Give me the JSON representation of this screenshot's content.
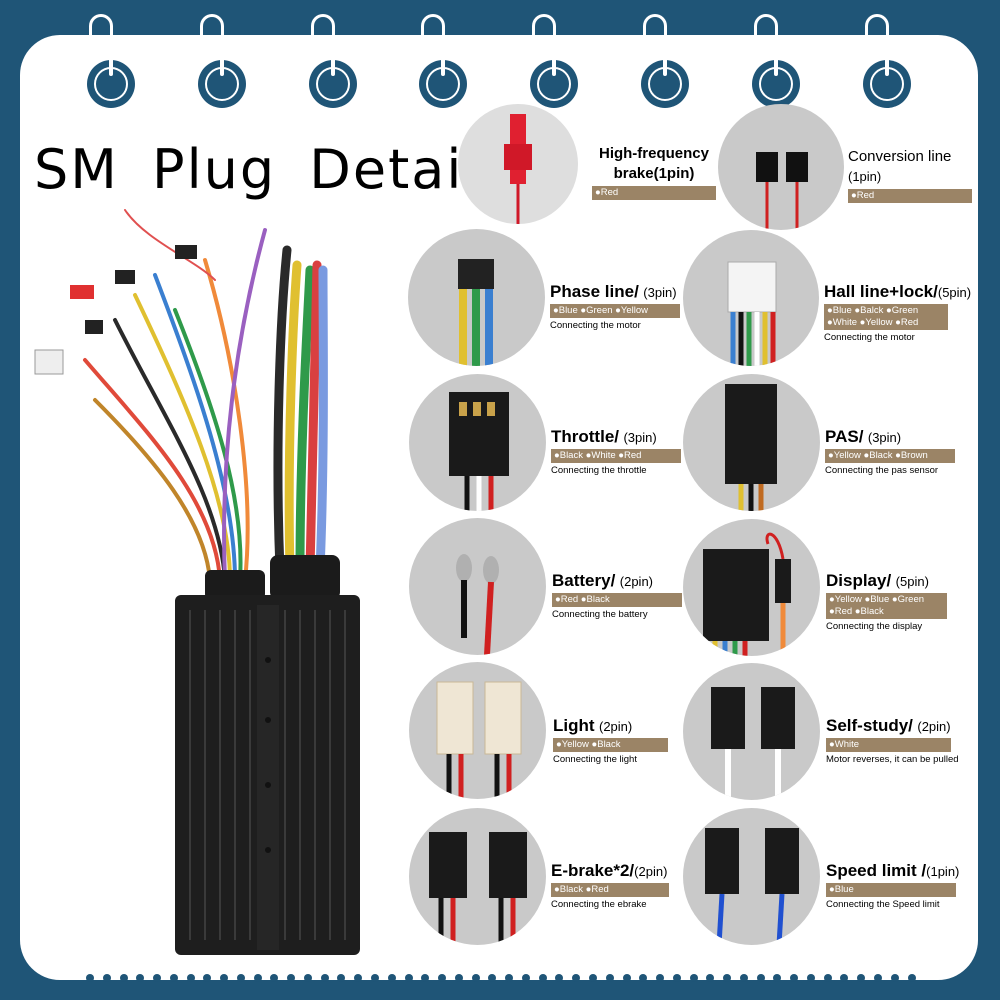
{
  "title": "SM Plug Detail",
  "colors": {
    "background": "#1f5577",
    "bar": "#9b8466",
    "circle": "#c9c9c9"
  },
  "plugs": [
    {
      "id": "brake-hf",
      "name": "High-frequency brake",
      "pin": "(1pin)",
      "colors": "●Red",
      "desc": ""
    },
    {
      "id": "conversion",
      "name": "Conversion line",
      "pin": "(1pin)",
      "colors": "●Red",
      "desc": ""
    },
    {
      "id": "phase",
      "name": "Phase line/",
      "pin": "(3pin)",
      "colors": "●Blue ●Green ●Yellow",
      "desc": "Connecting the motor"
    },
    {
      "id": "hall",
      "name": "Hall line+lock/",
      "pin": "(5pin)",
      "colors": "●Blue ●Balck ●Green ●White ●Yellow ●Red",
      "desc": "Connecting the motor"
    },
    {
      "id": "throttle",
      "name": "Throttle/",
      "pin": "(3pin)",
      "colors": "●Black ●White ●Red",
      "desc": "Connecting the throttle"
    },
    {
      "id": "pas",
      "name": "PAS/",
      "pin": "(3pin)",
      "colors": "●Yellow ●Black ●Brown",
      "desc": "Connecting the pas sensor"
    },
    {
      "id": "battery",
      "name": "Battery/",
      "pin": "(2pin)",
      "colors": "●Red ●Black",
      "desc": "Connecting the battery"
    },
    {
      "id": "display",
      "name": "Display/",
      "pin": "(5pin)",
      "colors": "●Yellow ●Blue ●Green ●Red ●Black",
      "desc": "Connecting the display"
    },
    {
      "id": "light",
      "name": "Light",
      "pin": "(2pin)",
      "colors": "●Yellow ●Black",
      "desc": "Connecting the light"
    },
    {
      "id": "selfstudy",
      "name": "Self-study/",
      "pin": "(2pin)",
      "colors": "●White",
      "desc": "Motor reverses, it can be pulled"
    },
    {
      "id": "ebrake",
      "name": "E-brake*2/",
      "pin": "(2pin)",
      "colors": "●Black ●Red",
      "desc": "Connecting the ebrake"
    },
    {
      "id": "speed",
      "name": "Speed limit /",
      "pin": "(1pin)",
      "colors": "●Blue",
      "desc": "Connecting the Speed limit"
    }
  ]
}
